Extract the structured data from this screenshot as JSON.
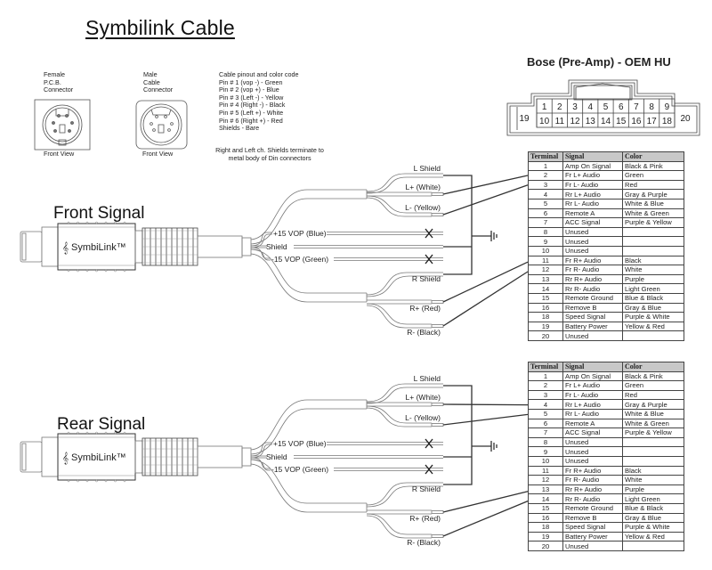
{
  "title": "Symbilink Cable",
  "connectors": {
    "female": {
      "label_lines": [
        "Female",
        "P.C.B.",
        "Connector"
      ],
      "caption": "Front View"
    },
    "male": {
      "label_lines": [
        "Male",
        "Cable",
        "Connector"
      ],
      "caption": "Front View"
    }
  },
  "pinout": {
    "heading": "Cable pinout and color code",
    "pins": [
      "Pin # 1 (vop -) - Green",
      "Pin # 2 (vop +) - Blue",
      "Pin # 3 (Left -) - Yellow",
      "Pin # 4 (Right -) - Black",
      "Pin # 5 (Left +) - White",
      "Pin # 6 (Right +) - Red",
      "Shields - Bare"
    ],
    "note_lines": [
      "Right and Left ch. Shields terminate to",
      "metal body of Din connectors"
    ]
  },
  "bose": {
    "title": "Bose (Pre-Amp) - OEM HU",
    "top_row": [
      "1",
      "2",
      "3",
      "4",
      "5",
      "6",
      "7",
      "8",
      "9"
    ],
    "bottom_row": [
      "10",
      "11",
      "12",
      "13",
      "14",
      "15",
      "16",
      "17",
      "18"
    ],
    "left_pin": "19",
    "right_pin": "20"
  },
  "cables": [
    {
      "section_label": "Front Signal",
      "plug_brand": "SymbiLink™",
      "wires": {
        "l_shield": "L Shield",
        "l_plus": "L+ (White)",
        "l_minus": "L- (Yellow)",
        "vop_plus": "+15 VOP (Blue)",
        "shield": "Shield",
        "vop_minus": "-15 VOP (Green)",
        "r_shield": "R Shield",
        "r_plus": "R+ (Red)",
        "r_minus": "R- (Black)"
      },
      "connections": {
        "l_plus": 2,
        "l_minus": 3,
        "r_plus": 11,
        "r_minus": 12
      }
    },
    {
      "section_label": "Rear Signal",
      "plug_brand": "SymbiLink™",
      "wires": {
        "l_shield": "L Shield",
        "l_plus": "L+ (White)",
        "l_minus": "L- (Yellow)",
        "vop_plus": "+15 VOP (Blue)",
        "shield": "Shield",
        "vop_minus": "-15 VOP (Green)",
        "r_shield": "R Shield",
        "r_plus": "R+ (Red)",
        "r_minus": "R- (Black)"
      },
      "connections": {
        "l_plus": 4,
        "l_minus": 5,
        "r_plus": 13,
        "r_minus": 14
      }
    }
  ],
  "terminal_table": {
    "headers": [
      "Terminal",
      "Signal",
      "Color"
    ],
    "rows": [
      [
        "1",
        "Amp On Signal",
        "Black & Pink"
      ],
      [
        "2",
        "Fr L+ Audio",
        "Green"
      ],
      [
        "3",
        "Fr L- Audio",
        "Red"
      ],
      [
        "4",
        "Rr L+ Audio",
        "Gray & Purple"
      ],
      [
        "5",
        "Rr L- Audio",
        "White & Blue"
      ],
      [
        "6",
        "Remote A",
        "White & Green"
      ],
      [
        "7",
        "ACC Signal",
        "Purple & Yellow"
      ],
      [
        "8",
        "Unused",
        ""
      ],
      [
        "9",
        "Unused",
        ""
      ],
      [
        "10",
        "Unused",
        ""
      ],
      [
        "11",
        "Fr R+ Audio",
        "Black"
      ],
      [
        "12",
        "Fr R- Audio",
        "White"
      ],
      [
        "13",
        "Rr R+ Audio",
        "Purple"
      ],
      [
        "14",
        "Rr R- Audio",
        "Light Green"
      ],
      [
        "15",
        "Remote Ground",
        "Blue & Black"
      ],
      [
        "16",
        "Remove B",
        "Gray & Blue"
      ],
      [
        "18",
        "Speed Signal",
        "Purple & White"
      ],
      [
        "19",
        "Battery Power",
        "Yellow & Red"
      ],
      [
        "20",
        "Unused",
        ""
      ]
    ]
  }
}
